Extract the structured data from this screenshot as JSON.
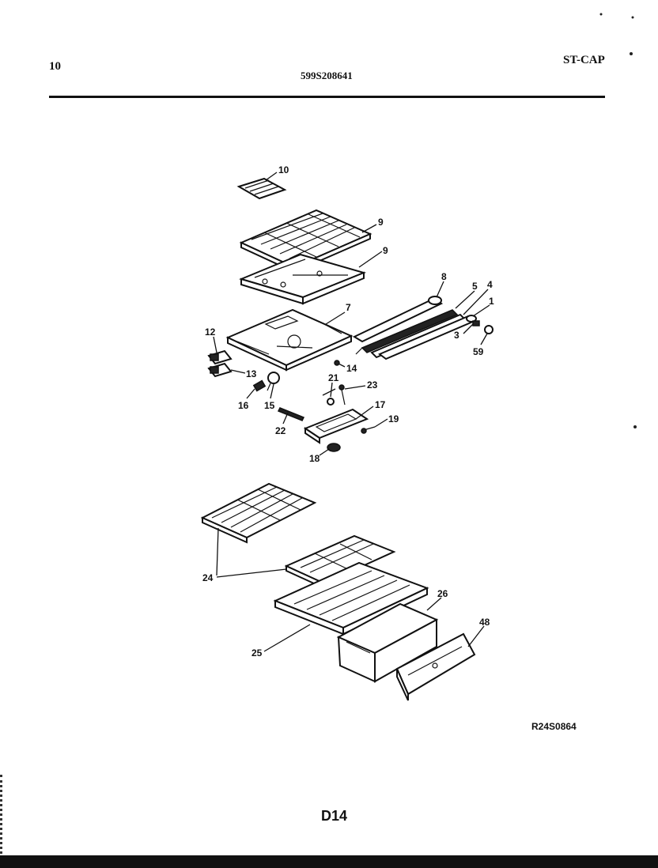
{
  "header": {
    "page_number": "10",
    "model_number": "599S208641",
    "section_code": "ST-CAP"
  },
  "footer": {
    "drawing_ref": "R24S0864",
    "page_code": "D14"
  },
  "callouts": [
    {
      "id": "c10",
      "label": "10"
    },
    {
      "id": "c9a",
      "label": "9"
    },
    {
      "id": "c9b",
      "label": "9"
    },
    {
      "id": "c8",
      "label": "8"
    },
    {
      "id": "c5",
      "label": "5"
    },
    {
      "id": "c4",
      "label": "4"
    },
    {
      "id": "c1",
      "label": "1"
    },
    {
      "id": "c7",
      "label": "7"
    },
    {
      "id": "c12",
      "label": "12"
    },
    {
      "id": "c13",
      "label": "13"
    },
    {
      "id": "c14",
      "label": "14"
    },
    {
      "id": "c3",
      "label": "3"
    },
    {
      "id": "c59",
      "label": "59"
    },
    {
      "id": "c21",
      "label": "21"
    },
    {
      "id": "c23",
      "label": "23"
    },
    {
      "id": "c16",
      "label": "16"
    },
    {
      "id": "c15",
      "label": "15"
    },
    {
      "id": "c17",
      "label": "17"
    },
    {
      "id": "c19",
      "label": "19"
    },
    {
      "id": "c22",
      "label": "22"
    },
    {
      "id": "c18",
      "label": "18"
    },
    {
      "id": "c24",
      "label": "24"
    },
    {
      "id": "c26",
      "label": "26"
    },
    {
      "id": "c48",
      "label": "48"
    },
    {
      "id": "c25",
      "label": "25"
    }
  ]
}
